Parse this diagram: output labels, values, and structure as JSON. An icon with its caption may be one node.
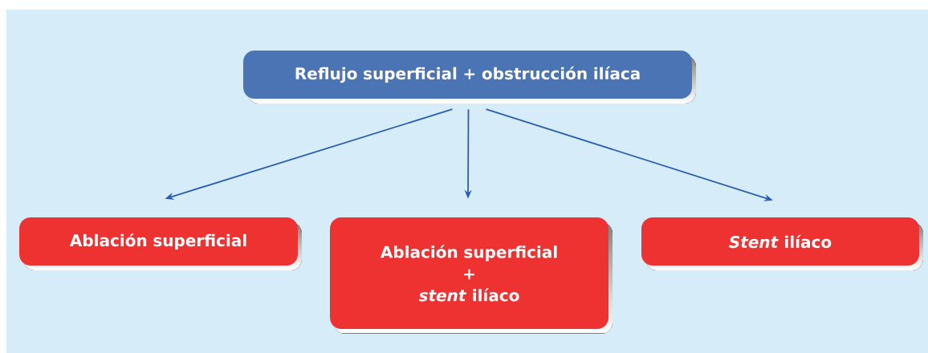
{
  "diagram": {
    "nodes": [
      {
        "text": [
          "Reflujo superficial + obstrucción ilíaca"
        ]
      },
      {
        "text": [
          "Ablación superficial"
        ]
      },
      {
        "text": [
          "Ablación superficial + *stent* ilíaco"
        ]
      },
      {
        "text": [
          "*Stent* ilíaco"
        ]
      }
    ],
    "edges": [
      {
        "from": 0,
        "to": 1,
        "arrow": "to"
      },
      {
        "from": 0,
        "to": 2,
        "arrow": "to"
      },
      {
        "from": 0,
        "to": 3,
        "arrow": "to"
      }
    ]
  }
}
